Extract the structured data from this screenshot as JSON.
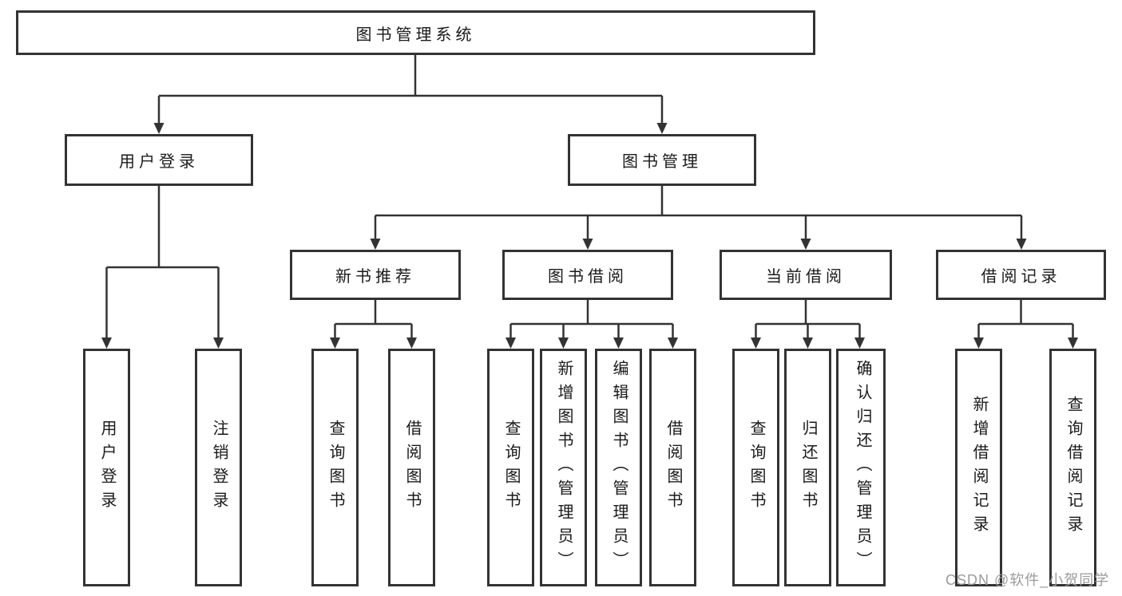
{
  "tree": {
    "root": "图书管理系统",
    "branches": [
      {
        "label": "用户登录",
        "children": [
          "用户登录",
          "注销登录"
        ]
      },
      {
        "label": "图书管理",
        "sections": [
          {
            "label": "新书推荐",
            "children": [
              "查询图书",
              "借阅图书"
            ]
          },
          {
            "label": "图书借阅",
            "children": [
              "查询图书",
              "新增图书（管理员）",
              "编辑图书（管理员）",
              "借阅图书"
            ]
          },
          {
            "label": "当前借阅",
            "children": [
              "查询图书",
              "归还图书",
              "确认归还（管理员）"
            ]
          },
          {
            "label": "借阅记录",
            "children": [
              "新增借阅记录",
              "查询借阅记录"
            ]
          }
        ]
      }
    ]
  },
  "watermark": {
    "text": "CSDN @软件_小贺同学",
    "color": "#9b9b9b"
  },
  "colors": {
    "line": "#333333",
    "box_border": "#333333",
    "text": "#1a1a1a",
    "background": "#ffffff"
  }
}
